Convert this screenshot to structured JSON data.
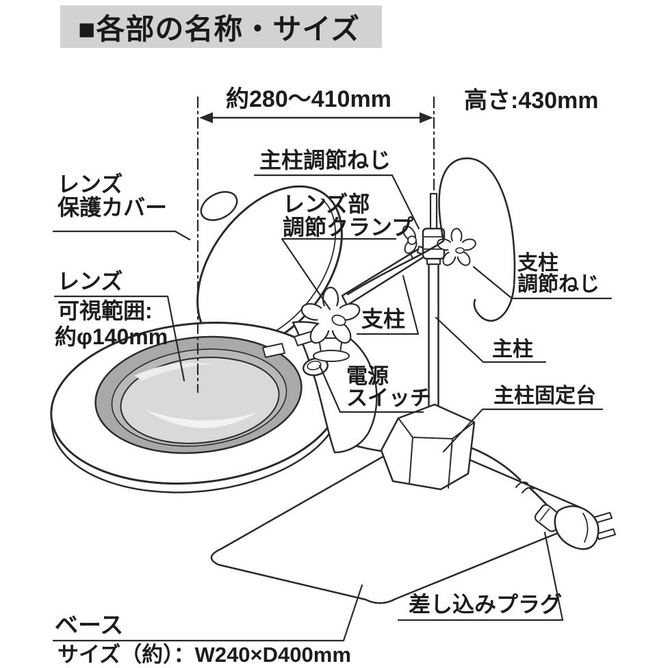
{
  "title": "■各部の名称・サイズ",
  "dimensions": {
    "width_range": "約280〜410mm",
    "height": "高さ:430mm"
  },
  "labels": {
    "pole_adjust_screw": "主柱調節ねじ",
    "lens_cover": [
      "レンズ",
      "保護カバー"
    ],
    "lens_clamp": [
      "レンズ部",
      "調節クランプ"
    ],
    "arm_adjust_screw": [
      "支柱",
      "調節ねじ"
    ],
    "lens_visible_range": [
      "レンズ",
      "可視範囲:",
      "約φ140mm"
    ],
    "arm": "支柱",
    "pole": "主柱",
    "power_switch": [
      "電源",
      "スイッチ"
    ],
    "pole_base": "主柱固定台",
    "plug": "差し込みプラグ",
    "base": "ベース",
    "base_size": "サイズ（約）：W240×D400mm"
  },
  "colors": {
    "line": "#2a2a2a",
    "title_bg": "#d2d2d2",
    "bezel_gray": "#a9a9a9",
    "bezel_step_gray": "#b8b8b8",
    "lens_gray": "#d9d9d9",
    "highlight": "#f2f2f2",
    "background": "#ffffff"
  }
}
